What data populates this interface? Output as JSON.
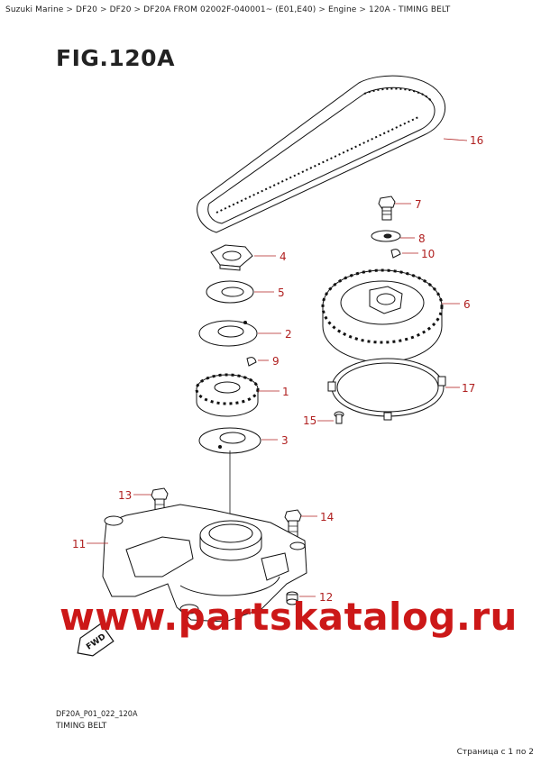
{
  "breadcrumb": [
    "Suzuki Marine",
    "DF20",
    "DF20",
    "DF20A FROM 02002F-040001~ (E01,E40)",
    "Engine",
    "120A - TIMING BELT"
  ],
  "breadcrumb_separator": ">",
  "figure": {
    "title": "FIG.120A",
    "code": "DF20A_P01_022_120A",
    "caption": "TIMING BELT"
  },
  "callouts": {
    "c1": "1",
    "c2": "2",
    "c3": "3",
    "c4": "4",
    "c5": "5",
    "c6": "6",
    "c7": "7",
    "c8": "8",
    "c9": "9",
    "c10": "10",
    "c11": "11",
    "c12": "12",
    "c13": "13",
    "c14": "14",
    "c15": "15",
    "c16": "16",
    "c17": "17"
  },
  "direction_label": "FWD",
  "watermark": "www.partskatalog.ru",
  "footer": {
    "pagination": "Страница с 1 по 2"
  },
  "colors": {
    "callout": "#b02020",
    "watermark": "#cc1818",
    "line": "#111111"
  }
}
